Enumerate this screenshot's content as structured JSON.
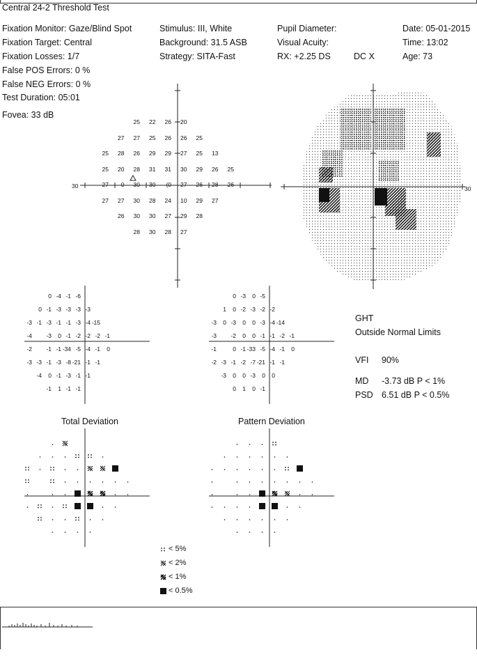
{
  "header": {
    "test_name": "Central 24-2 Threshold Test"
  },
  "info_left": {
    "fixation_monitor": "Fixation Monitor: Gaze/Blind Spot",
    "fixation_target": "Fixation Target: Central",
    "fixation_losses": "Fixation Losses: 1/7",
    "false_pos": "False POS Errors:  0 %",
    "false_neg": "False NEG Errors:  0 %",
    "duration": "Test Duration: 05:01",
    "fovea": "Fovea: 33 dB"
  },
  "info_mid": {
    "stimulus": "Stimulus: III, White",
    "background": "Background: 31.5 ASB",
    "strategy": "Strategy: SITA-Fast"
  },
  "info_right": {
    "pupil": "Pupil Diameter:",
    "acuity": "Visual Acuity:",
    "rx": "RX: +2.25 DS",
    "dc": "DC  X",
    "date": "Date: 05-01-2015",
    "time": "Time: 13:02",
    "age": "Age: 73"
  },
  "threshold_axis_label": "30",
  "greyscale_axis_label": "30",
  "threshold_values": [
    [
      "",
      "",
      "25",
      "22",
      "26",
      "20",
      "",
      "",
      "",
      ""
    ],
    [
      "",
      "27",
      "27",
      "25",
      "26",
      "26",
      "25",
      "",
      "",
      ""
    ],
    [
      "25",
      "28",
      "26",
      "29",
      "29",
      "27",
      "25",
      "13",
      "",
      ""
    ],
    [
      "25",
      "20",
      "28",
      "31",
      "31",
      "30",
      "29",
      "26",
      "25",
      ""
    ],
    [
      "27",
      "0",
      "30",
      "30",
      "(0",
      "27",
      "26",
      "28",
      "26",
      ""
    ],
    [
      "27",
      "27",
      "30",
      "28",
      "24",
      "10",
      "29",
      "27",
      "",
      ""
    ],
    [
      "",
      "26",
      "30",
      "30",
      "27",
      "29",
      "28",
      "",
      "",
      ""
    ],
    [
      "",
      "",
      "28",
      "30",
      "28",
      "27",
      "",
      "",
      "",
      ""
    ]
  ],
  "total_deviation_values": [
    [
      "",
      "",
      "0",
      "-4",
      "-1",
      "-6",
      "",
      "",
      "",
      ""
    ],
    [
      "",
      "0",
      "-1",
      "-3",
      "-3",
      "-3",
      "-3",
      "",
      "",
      ""
    ],
    [
      "-3",
      "-1",
      "-3",
      "-1",
      "-1",
      "-3",
      "-4",
      "-15",
      "",
      ""
    ],
    [
      "-4",
      "",
      "-3",
      "0",
      "-1",
      "-2",
      "-2",
      "-2",
      "-1",
      ""
    ],
    [
      "-2",
      "",
      "-1",
      "-1",
      "-34",
      "-5",
      "-4",
      "-1",
      "0",
      ""
    ],
    [
      "-3",
      "-3",
      "-1",
      "-3",
      "-8",
      "-21",
      "-1",
      "-1",
      "",
      ""
    ],
    [
      "",
      "-4",
      "0",
      "-1",
      "-3",
      "-1",
      "-1",
      "",
      "",
      ""
    ],
    [
      "",
      "",
      "-1",
      "1",
      "-1",
      "-1",
      "",
      "",
      "",
      ""
    ]
  ],
  "pattern_deviation_values": [
    [
      "",
      "",
      "0",
      "-3",
      "0",
      "-5",
      "",
      "",
      "",
      ""
    ],
    [
      "",
      "1",
      "0",
      "-2",
      "-3",
      "-2",
      "-2",
      "",
      "",
      ""
    ],
    [
      "-3",
      "0",
      "-3",
      "0",
      "0",
      "-3",
      "-4",
      "-14",
      "",
      ""
    ],
    [
      "-3",
      "",
      "-2",
      "0",
      "0",
      "-1",
      "-1",
      "-2",
      "-1",
      ""
    ],
    [
      "-1",
      "",
      "0",
      "-1",
      "-33",
      "-5",
      "-4",
      "-1",
      "0",
      ""
    ],
    [
      "-2",
      "-3",
      "-1",
      "-2",
      "-7",
      "-21",
      "-1",
      "-1",
      "",
      ""
    ],
    [
      "",
      "-3",
      "0",
      "0",
      "-3",
      "0",
      "0",
      "",
      "",
      ""
    ],
    [
      "",
      "",
      "0",
      "1",
      "0",
      "-1",
      "",
      "",
      "",
      ""
    ]
  ],
  "results": {
    "ght_label": "GHT",
    "ght_value": "Outside Normal Limits",
    "vfi_label": "VFI",
    "vfi_value": "90%",
    "md_label": "MD",
    "md_value": "-3.73 dB  P < 1%",
    "psd_label": "PSD",
    "psd_value": "6.51 dB  P < 0.5%"
  },
  "plot_titles": {
    "total_deviation": "Total Deviation",
    "pattern_deviation": "Pattern Deviation"
  },
  "legend": {
    "p5": "< 5%",
    "p2": "< 2%",
    "p1": "< 1%",
    "p05": "< 0.5%"
  },
  "total_prob_map": [
    [
      "",
      "",
      ".",
      "2",
      "",
      "",
      "",
      "",
      "",
      ""
    ],
    [
      "",
      ".",
      ".",
      ".",
      "5",
      "5",
      ".",
      "",
      "",
      ""
    ],
    [
      "5",
      ".",
      "5",
      ".",
      ".",
      "2",
      "2",
      "0",
      "",
      ""
    ],
    [
      "5",
      "",
      "5",
      ".",
      ".",
      ".",
      ".",
      ".",
      ".",
      ""
    ],
    [
      ".",
      "",
      ".",
      ".",
      "0",
      "1",
      "1",
      ".",
      ".",
      ""
    ],
    [
      ".",
      "5",
      ".",
      "5",
      "0",
      "0",
      ".",
      ".",
      "",
      ""
    ],
    [
      "",
      "5",
      ".",
      ".",
      "5",
      ".",
      ".",
      "",
      "",
      ""
    ],
    [
      "",
      "",
      ".",
      ".",
      ".",
      ".",
      "",
      "",
      "",
      ""
    ]
  ],
  "pattern_prob_map": [
    [
      "",
      "",
      ".",
      ".",
      ".",
      "5",
      "",
      "",
      "",
      ""
    ],
    [
      "",
      ".",
      ".",
      ".",
      ".",
      ".",
      ".",
      "",
      "",
      ""
    ],
    [
      ".",
      ".",
      ".",
      ".",
      ".",
      ".",
      "5",
      "0",
      "",
      ""
    ],
    [
      ".",
      "",
      ".",
      ".",
      ".",
      ".",
      ".",
      ".",
      ".",
      ""
    ],
    [
      ".",
      "",
      ".",
      ".",
      "0",
      "1",
      "2",
      ".",
      ".",
      ""
    ],
    [
      ".",
      ".",
      ".",
      ".",
      "0",
      "0",
      ".",
      ".",
      "",
      ""
    ],
    [
      "",
      ".",
      ".",
      ".",
      ".",
      ".",
      ".",
      "",
      "",
      ""
    ],
    [
      "",
      "",
      ".",
      ".",
      ".",
      ".",
      "",
      "",
      "",
      ""
    ]
  ]
}
